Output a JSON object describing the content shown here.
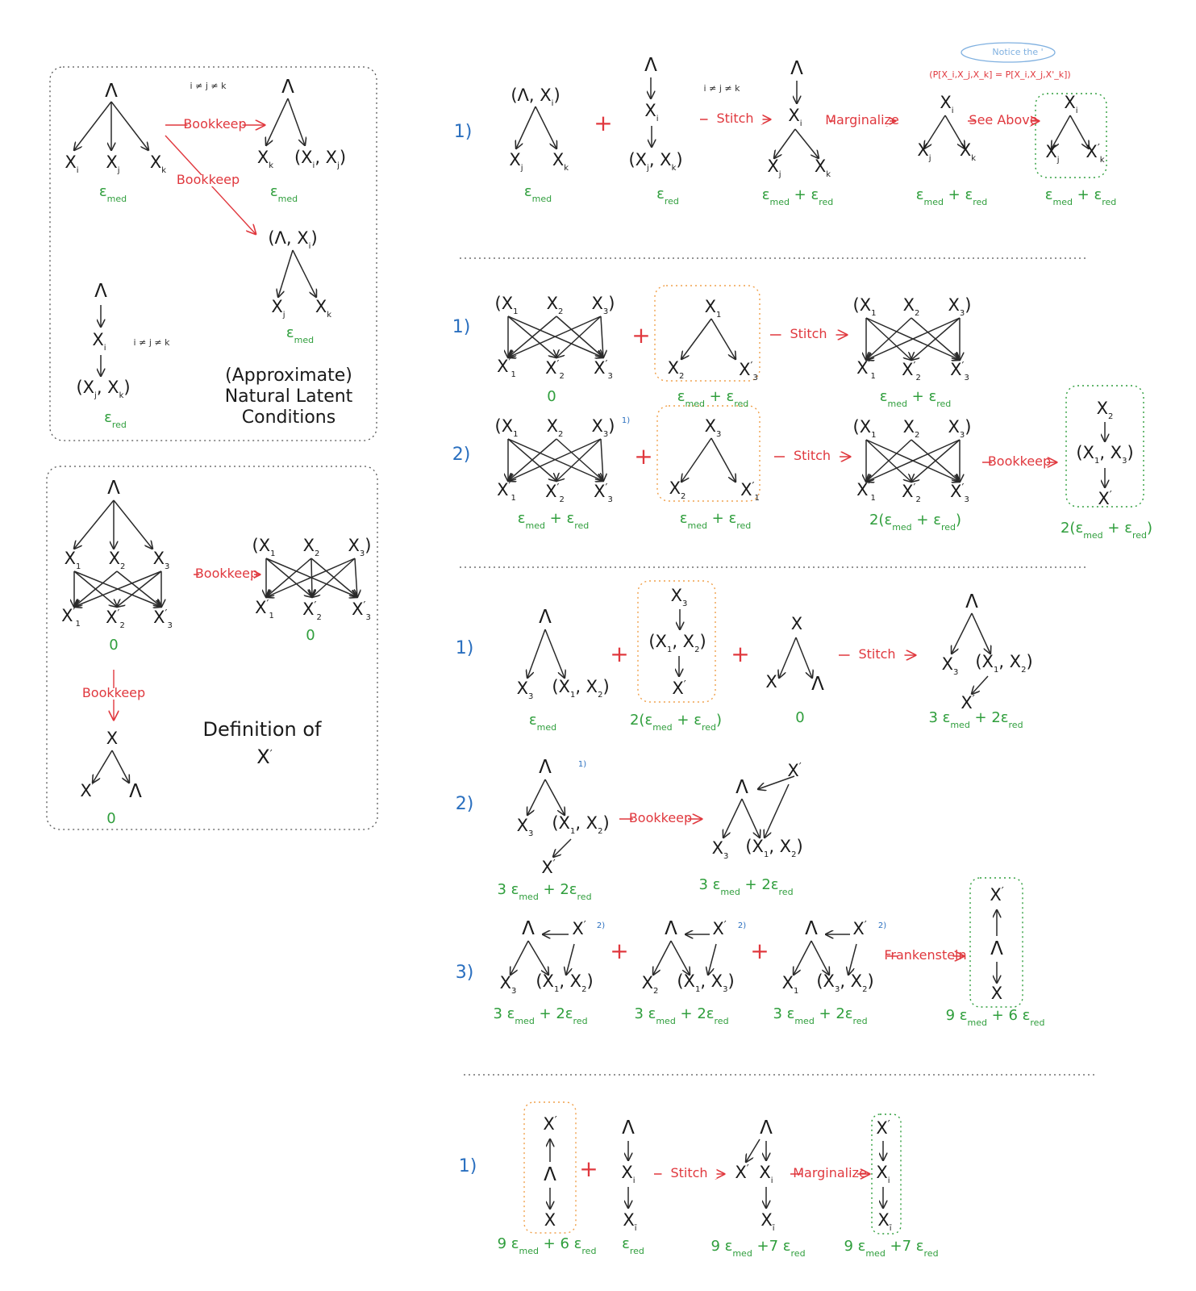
{
  "symbols": {
    "lambda": "Λ",
    "arrow_down": "↓",
    "arrow_up": "↑"
  },
  "nodes": {
    "Xi": {
      "base": "X",
      "sub": "i"
    },
    "Xj": {
      "base": "X",
      "sub": "j"
    },
    "Xk": {
      "base": "X",
      "sub": "k"
    },
    "X1": {
      "base": "X",
      "sub": "1"
    },
    "X2": {
      "base": "X",
      "sub": "2"
    },
    "X3": {
      "base": "X",
      "sub": "3"
    },
    "X1p": {
      "base": "X",
      "sup": "′",
      "sub": "1"
    },
    "X2p": {
      "base": "X",
      "sup": "′",
      "sub": "2"
    },
    "X3p": {
      "base": "X",
      "sup": "′",
      "sub": "3"
    },
    "Xkp": {
      "base": "X",
      "sup": "′",
      "sub": "k"
    },
    "Xbar_i": {
      "base": "X",
      "sub": "ī"
    },
    "X": {
      "base": "X"
    },
    "Xp": {
      "base": "X",
      "sup": "′"
    },
    "pair_Xj_Xk": {
      "parts": [
        [
          "(X",
          "j"
        ],
        [
          ", X",
          "k"
        ],
        [
          ")",
          ""
        ]
      ]
    },
    "pair_Xi_Xj": {
      "parts": [
        [
          "(X",
          "i"
        ],
        [
          ", X",
          "j"
        ],
        [
          ")",
          ""
        ]
      ]
    },
    "pair_L_Xi": {
      "parts": [
        [
          "(Λ, X",
          "i"
        ],
        [
          ")",
          ""
        ]
      ]
    },
    "pair_X1_X2": {
      "parts": [
        [
          "(X",
          "1"
        ],
        [
          ", X",
          "2"
        ],
        [
          ")",
          ""
        ]
      ]
    },
    "pair_X1_X3": {
      "parts": [
        [
          "(X",
          "1"
        ],
        [
          ", X",
          "3"
        ],
        [
          ")",
          ""
        ]
      ]
    },
    "pair_X3_X2": {
      "parts": [
        [
          "(X",
          "3"
        ],
        [
          ", X",
          "2"
        ],
        [
          ")",
          ""
        ]
      ]
    },
    "open_X1": {
      "parts": [
        [
          "(X",
          "1"
        ]
      ]
    },
    "close_X3": {
      "parts": [
        [
          "X",
          "3"
        ],
        [
          ")",
          ""
        ]
      ]
    }
  },
  "errors": {
    "med": {
      "parts": [
        [
          "ε",
          "med"
        ]
      ]
    },
    "red": {
      "parts": [
        [
          "ε",
          "red"
        ]
      ]
    },
    "med_plus_red": {
      "parts": [
        [
          "ε",
          "med"
        ],
        [
          " + ε",
          "red"
        ]
      ]
    },
    "two_med_red": {
      "parts": [
        [
          "2(ε",
          "med"
        ],
        [
          " + ε",
          "red"
        ],
        [
          ")",
          ""
        ]
      ]
    },
    "three_two": {
      "parts": [
        [
          "3 ε",
          "med"
        ],
        [
          " + 2ε",
          "red"
        ]
      ]
    },
    "nine_six": {
      "parts": [
        [
          "9 ε",
          "med"
        ],
        [
          " + 6 ε",
          "red"
        ]
      ]
    },
    "nine_seven": {
      "parts": [
        [
          "9 ε",
          "med"
        ],
        [
          " +7 ε",
          "red"
        ]
      ]
    },
    "zero": {
      "parts": [
        [
          "0",
          ""
        ]
      ]
    }
  },
  "operations": {
    "bookkeep": "Bookkeep",
    "stitch": "Stitch",
    "marginalize": "Marginalize",
    "see_above": "See Above",
    "frankenstein": "Frankenstein"
  },
  "plus": "+",
  "condition": "i ≠ j ≠ k",
  "step_labels": {
    "s1": "1)",
    "s2": "2)",
    "s3": "3)"
  },
  "step_ref": "1)",
  "step_ref2": "2)",
  "notice_bubble": "Notice the '",
  "probability_note": "(P[X_i,X_j,X_k] = P[X_i,X_j,X'_k])",
  "panel1_caption": [
    "(Approximate)",
    "Natural Latent",
    "Conditions"
  ],
  "panel2_caption": [
    "Definition of",
    "X′"
  ]
}
